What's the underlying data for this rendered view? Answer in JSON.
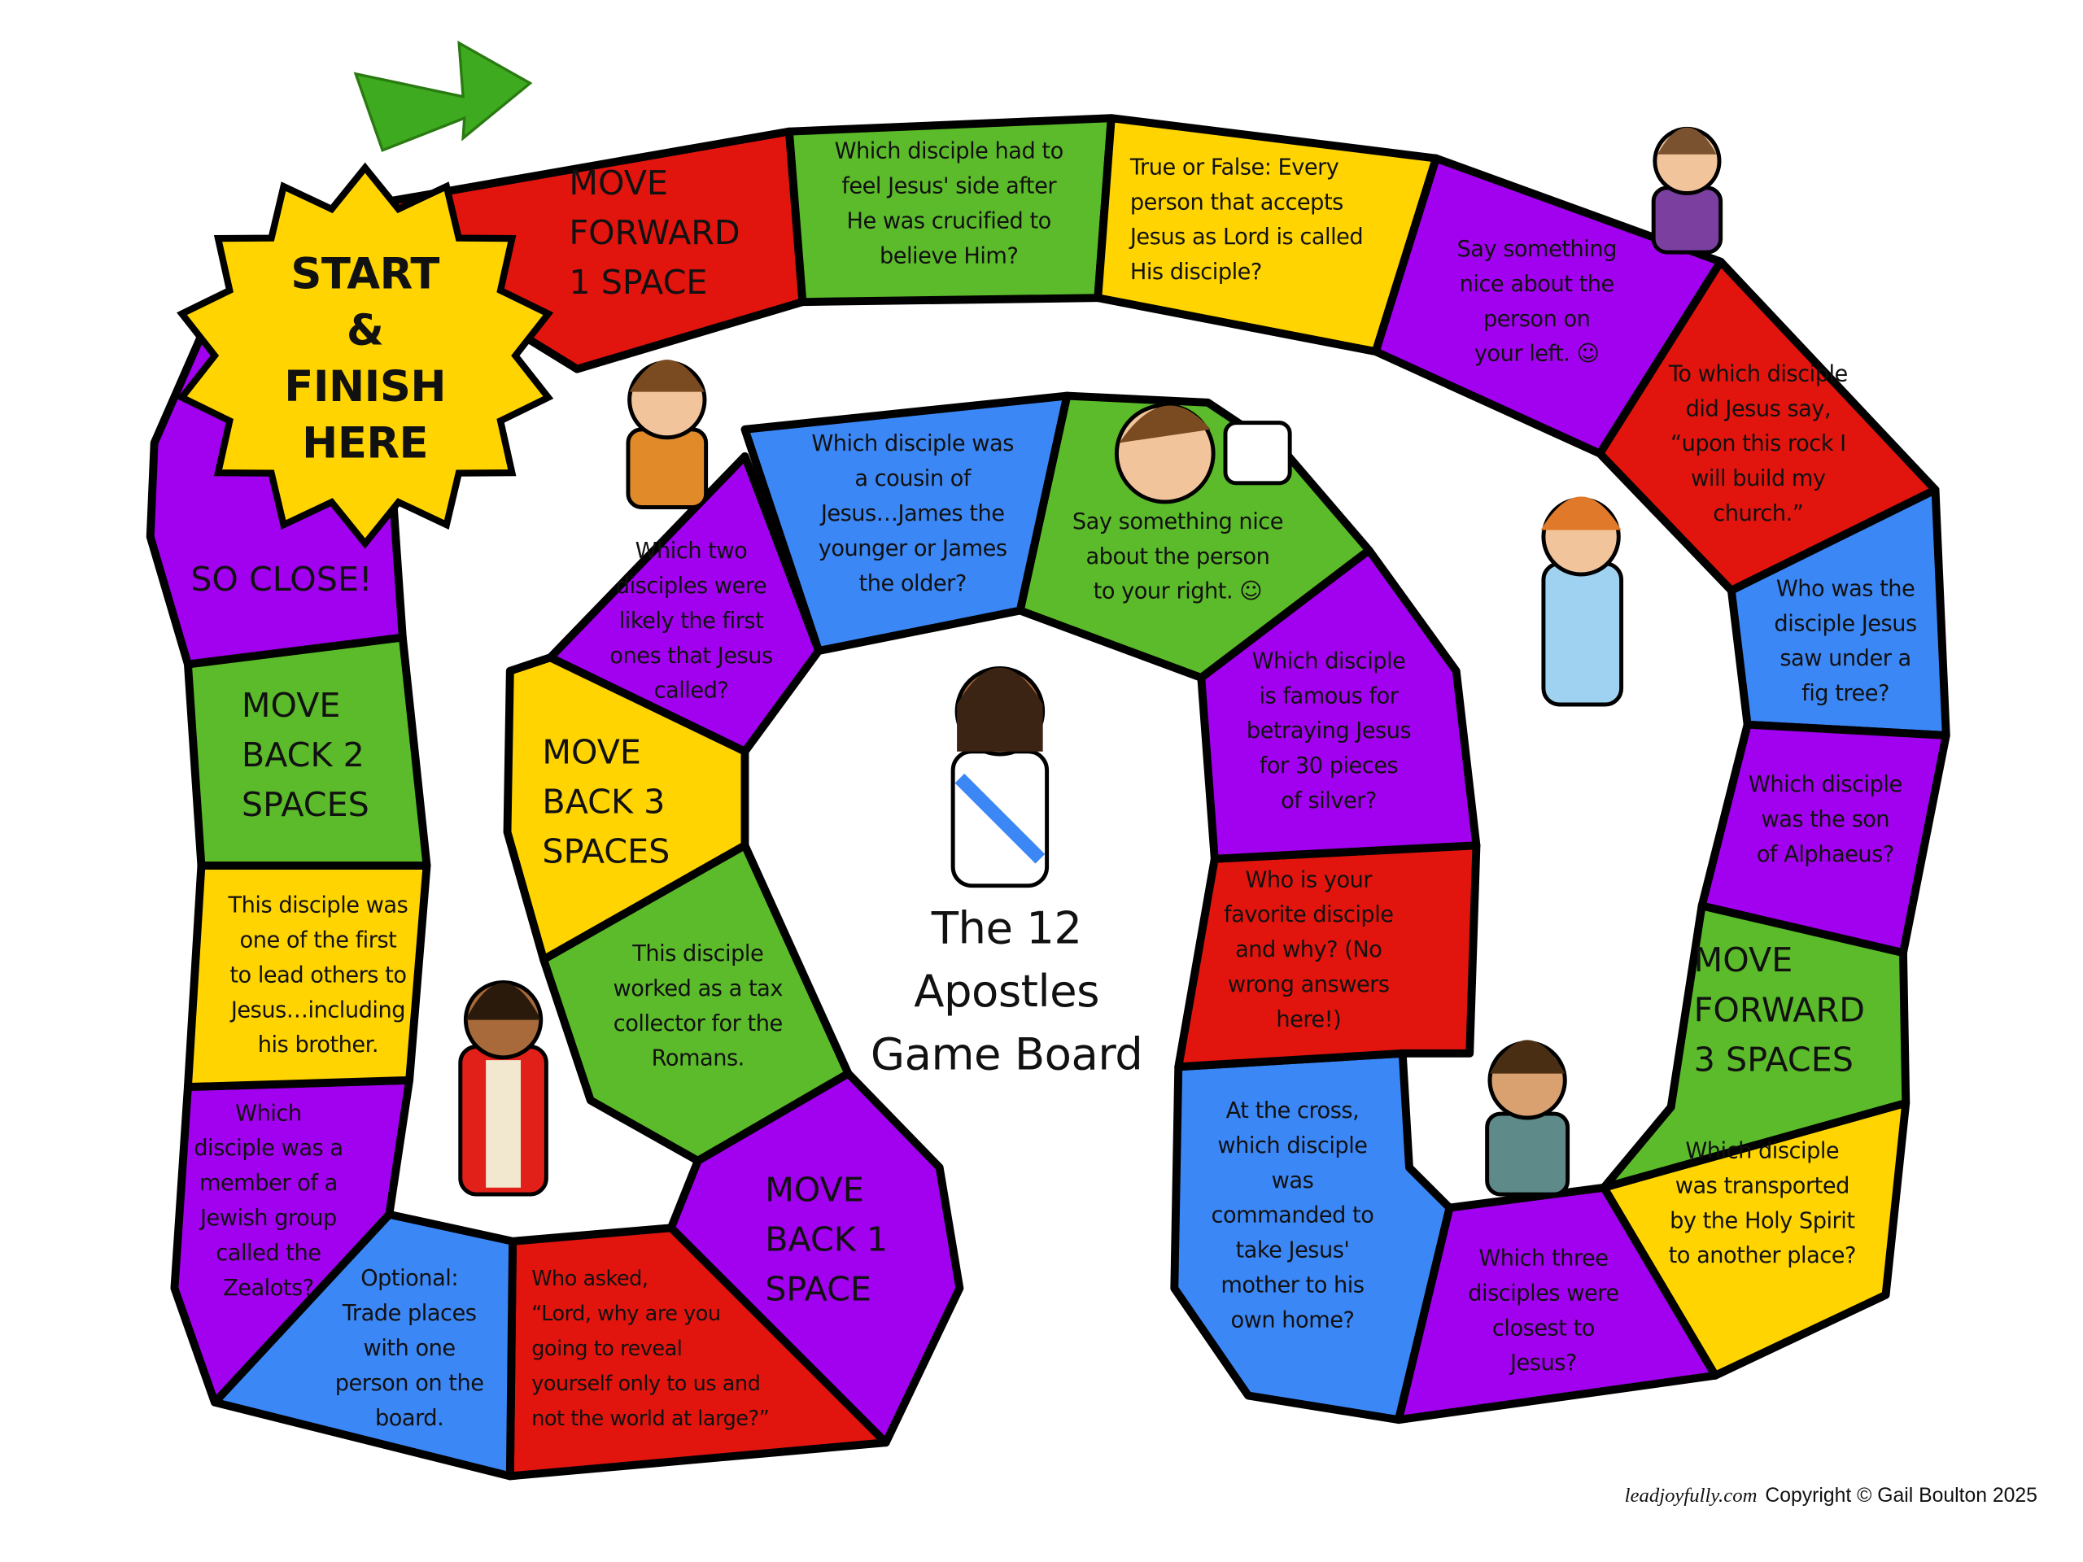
{
  "title": "The 12\nApostles\nGame Board",
  "start": "START\n&\nFINISH\nHERE",
  "colors": {
    "red": "#E2140E",
    "green": "#5CBB2B",
    "yellow": "#FFD400",
    "purple": "#A201EF",
    "blue": "#3C87F6"
  },
  "spaces": [
    {
      "color": "red",
      "text": "MOVE\nFORWARD\n1 SPACE"
    },
    {
      "color": "green",
      "text": "Which disciple had to\nfeel Jesus' side after\nHe was crucified to\nbelieve Him?"
    },
    {
      "color": "yellow",
      "text": "True or False: Every\nperson that accepts\nJesus as Lord is called\nHis disciple?"
    },
    {
      "color": "purple",
      "text": "Say something\nnice about the\nperson on\nyour left. ☺"
    },
    {
      "color": "red",
      "text": "To which disciple\ndid Jesus say,\n“upon this rock I\nwill build my\nchurch.”"
    },
    {
      "color": "blue",
      "text": "Who was the\ndisciple Jesus\nsaw under a\nfig tree?"
    },
    {
      "color": "purple",
      "text": "Which disciple\nwas the son\nof Alphaeus?"
    },
    {
      "color": "green",
      "text": "MOVE\nFORWARD\n3 SPACES"
    },
    {
      "color": "yellow",
      "text": "Which disciple\nwas transported\nby the Holy Spirit\nto another place?"
    },
    {
      "color": "purple",
      "text": "Which three\ndisciples were\nclosest to\nJesus?"
    },
    {
      "color": "blue",
      "text": "At the cross,\nwhich disciple\nwas\ncommanded to\ntake Jesus'\nmother to his\nown home?"
    },
    {
      "color": "red",
      "text": "Who is your\nfavorite disciple\nand why? (No\nwrong answers\nhere!)"
    },
    {
      "color": "purple",
      "text": "Which disciple\nis famous for\nbetraying Jesus\nfor 30 pieces\nof silver?"
    },
    {
      "color": "green",
      "text": "Say something nice\nabout the person\nto your right. ☺"
    },
    {
      "color": "blue",
      "text": "Which disciple was\na cousin of\nJesus…James the\nyounger or James\nthe older?"
    },
    {
      "color": "purple",
      "text": "Which two\ndisciples were\nlikely the first\nones that Jesus\ncalled?"
    },
    {
      "color": "yellow",
      "text": "MOVE\nBACK 3\nSPACES"
    },
    {
      "color": "green",
      "text": "This disciple\nworked as a tax\ncollector for the\nRomans."
    },
    {
      "color": "purple",
      "text": "MOVE\nBACK 1\nSPACE"
    },
    {
      "color": "red",
      "text": "Who asked,\n“Lord, why are you\ngoing to reveal\nyourself only to us and\nnot the world at large?”"
    },
    {
      "color": "blue",
      "text": "Optional:\nTrade places\nwith one\nperson on the\nboard."
    },
    {
      "color": "purple",
      "text": "Which\ndisciple was a\nmember of a\nJewish group\ncalled the\nZealots?"
    },
    {
      "color": "yellow",
      "text": "This disciple was\none of the first\nto lead others to\nJesus…including\nhis brother."
    },
    {
      "color": "green",
      "text": "MOVE\nBACK 2\nSPACES"
    },
    {
      "color": "purple",
      "text": "SO CLOSE!"
    }
  ],
  "footer": {
    "site": "leadjoyfully.com",
    "copyright": "Copyright © Gail Boulton 2025"
  }
}
